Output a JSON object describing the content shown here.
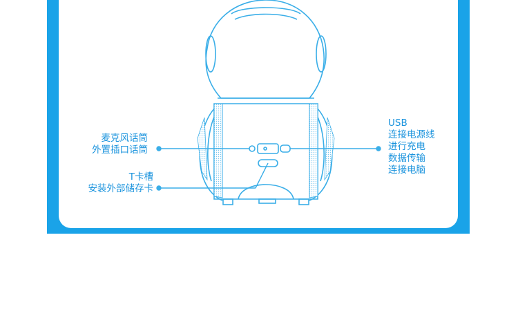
{
  "colors": {
    "accent": "#1aa3e8",
    "line": "#3aaee8",
    "text": "#1a93dd",
    "background": "#ffffff"
  },
  "labels": {
    "mic": [
      "麦克风话筒",
      "外置插口话筒"
    ],
    "tf": [
      "T卡槽",
      "安装外部储存卡"
    ],
    "usb": [
      "USB",
      "连接电源线",
      "进行充电",
      "数据传输",
      "连接电脑"
    ]
  }
}
